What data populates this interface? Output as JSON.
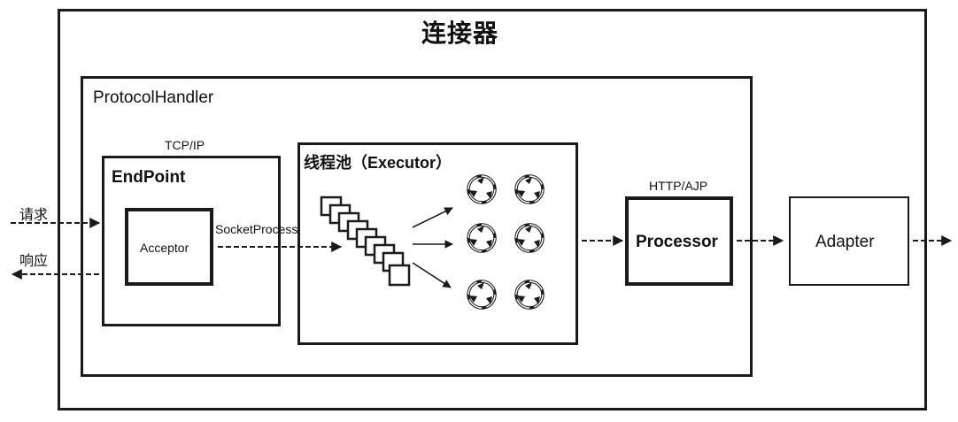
{
  "title": "连接器",
  "protocol_handler": "ProtocolHandler",
  "tcp_ip": "TCP/IP",
  "endpoint": "EndPoint",
  "acceptor": "Acceptor",
  "socket_processor": "SocketProcessor",
  "thread_pool": "线程池（Executor）",
  "http_ajp": "HTTP/AJP",
  "processor": "Processor",
  "adapter": "Adapter",
  "request": "请求",
  "response": "响应",
  "icons": {
    "queue": "stacked-task-queue-icon",
    "thread": "recycle-arrows-icon"
  },
  "colors": {
    "stroke": "#1a1a1a",
    "background": "#ffffff"
  }
}
